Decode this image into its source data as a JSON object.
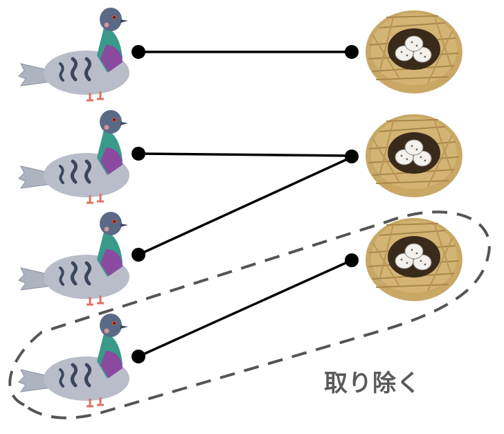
{
  "diagram": {
    "pigeons": [
      {
        "id": "pigeon-1"
      },
      {
        "id": "pigeon-2"
      },
      {
        "id": "pigeon-3"
      },
      {
        "id": "pigeon-4"
      }
    ],
    "nests": [
      {
        "id": "nest-1"
      },
      {
        "id": "nest-2"
      },
      {
        "id": "nest-3"
      }
    ],
    "edges": [
      {
        "from": "pigeon-1",
        "to": "nest-1"
      },
      {
        "from": "pigeon-2",
        "to": "nest-2"
      },
      {
        "from": "pigeon-3",
        "to": "nest-2"
      },
      {
        "from": "pigeon-4",
        "to": "nest-3"
      }
    ],
    "removed_group": {
      "label": "取り除く",
      "members": [
        "pigeon-4",
        "nest-3"
      ]
    }
  },
  "colors": {
    "edge": "#000000",
    "dashed_outline": "#555555",
    "label": "#5a5a5a",
    "pigeon_body": "#b9bdc9",
    "pigeon_head": "#5a6a86",
    "pigeon_neck_green": "#3a9a8a",
    "pigeon_neck_purple": "#8a4aa0",
    "pigeon_stripe": "#3c4660",
    "nest_straw": "#c9a865",
    "nest_dark": "#3a2a1a",
    "egg": "#f4f1ea"
  },
  "icons": {
    "pigeon": "pigeon-icon",
    "nest": "nest-with-eggs-icon"
  }
}
